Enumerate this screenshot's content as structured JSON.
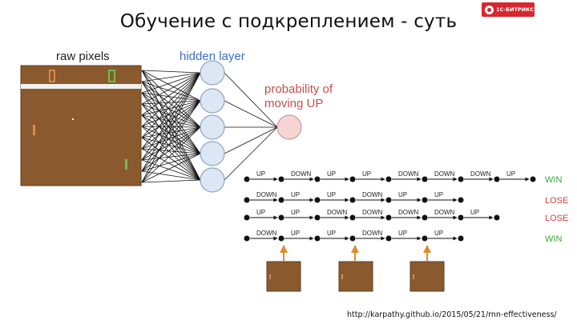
{
  "slide": {
    "title": "Обучение с подкреплением  - суть",
    "logo_text": "1С-БИТРИКС",
    "url": "http://karpathy.github.io/2015/05/21/rnn-effectiveness/"
  },
  "network": {
    "input_label": "raw pixels",
    "hidden_label": "hidden layer",
    "output_label_line1": "probability of",
    "output_label_line2": "moving UP"
  },
  "rollouts": [
    {
      "actions": [
        "UP",
        "DOWN",
        "UP",
        "UP",
        "DOWN",
        "DOWN",
        "DOWN",
        "UP"
      ],
      "outcome": "WIN"
    },
    {
      "actions": [
        "DOWN",
        "UP",
        "UP",
        "DOWN",
        "UP",
        "UP"
      ],
      "outcome": "LOSE"
    },
    {
      "actions": [
        "UP",
        "UP",
        "DOWN",
        "DOWN",
        "DOWN",
        "DOWN",
        "UP"
      ],
      "outcome": "LOSE"
    },
    {
      "actions": [
        "DOWN",
        "UP",
        "UP",
        "DOWN",
        "UP",
        "UP"
      ],
      "outcome": "WIN"
    }
  ],
  "colors": {
    "pong_board": "#8a5a2e",
    "pong_bar": "#f0f0f0",
    "neuron_fill": "#dbe7f5",
    "neuron_stroke": "#8fa6bf",
    "output_fill": "#f7d4d4",
    "output_stroke": "#c99999",
    "label_blue": "#3a6fc4",
    "label_red": "#c0504d",
    "win": "#3aa53a",
    "lose": "#d2443b",
    "arrow_orange": "#e08a2b"
  }
}
